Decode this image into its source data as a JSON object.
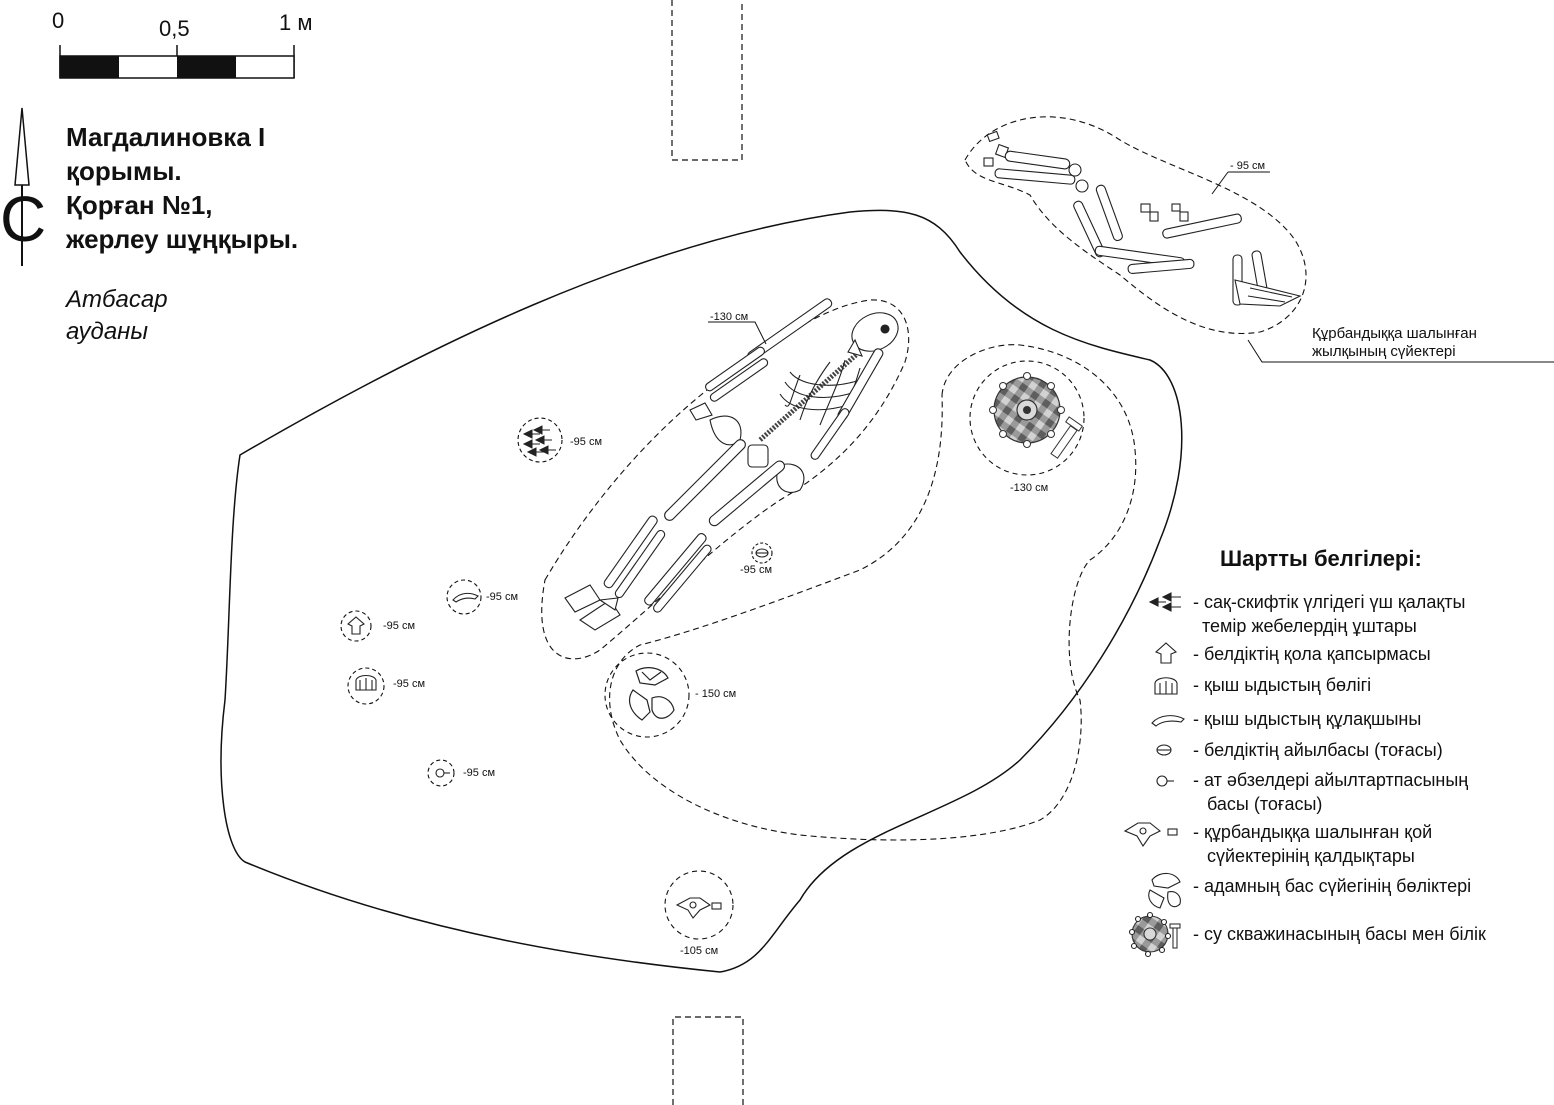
{
  "scale": {
    "label_0": "0",
    "label_half": "0,5",
    "label_1": "1 м"
  },
  "north": {
    "letter": "С"
  },
  "title_lines": [
    "Магдалиновка I",
    "қорымы.",
    "Қорған №1,",
    "жерлеу шұңқыры."
  ],
  "subtitle_lines": [
    "Атбасар",
    "ауданы"
  ],
  "depths": {
    "burial": "-130 см",
    "horse": "- 95 см",
    "well": "-130 см",
    "skull": "- 150 см",
    "sheep": "-105 см",
    "arrows": "-95 см",
    "buckle": "-95 см",
    "handle": "-95 см",
    "plaque": "-95 см",
    "vessel": "-95 см",
    "ring": "-95 см"
  },
  "horse_note_lines": [
    "Құрбандыққа шалынған",
    "жылқының сүйектері"
  ],
  "legend": {
    "title": "Шартты белгілері:",
    "items": [
      {
        "icon": "arrowheads-icon",
        "lines": [
          "- сақ-скифтік үлгідегі үш қалақты",
          "темір жебелердің ұштары"
        ]
      },
      {
        "icon": "bronze-buckle-icon",
        "lines": [
          "- белдіктің қола қапсырмасы"
        ]
      },
      {
        "icon": "clay-vessel-fragment-icon",
        "lines": [
          "- қыш ыдыстың бөлігі"
        ]
      },
      {
        "icon": "vessel-handle-icon",
        "lines": [
          "- қыш ыдыстың құлақшыны"
        ]
      },
      {
        "icon": "belt-plaque-icon",
        "lines": [
          "- белдіктің айылбасы (тоғасы)"
        ]
      },
      {
        "icon": "harness-ring-icon",
        "lines": [
          "- ат әбзелдері айылтартпасының",
          "басы (тоғасы)"
        ]
      },
      {
        "icon": "sheep-bones-icon",
        "lines": [
          "- құрбандыққа шалынған қой",
          "сүйектерінің қалдықтары"
        ]
      },
      {
        "icon": "human-skull-icon",
        "lines": [
          "- адамның бас сүйегінің бөліктері"
        ]
      },
      {
        "icon": "well-head-icon",
        "lines": [
          "- су скважинасының басы мен білік"
        ]
      }
    ]
  }
}
